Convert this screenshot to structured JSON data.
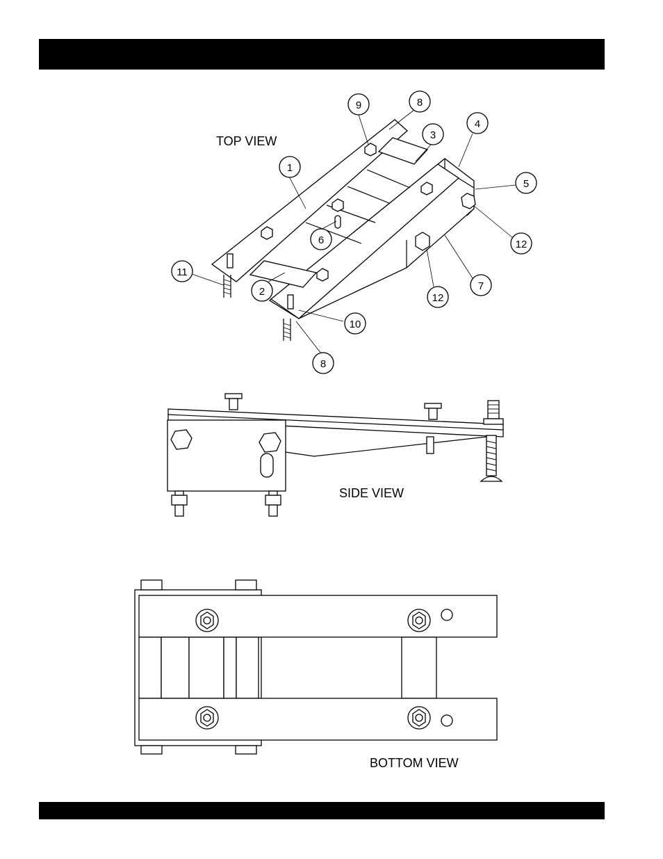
{
  "views": {
    "top": "TOP VIEW",
    "side": "SIDE  VIEW",
    "bottom": "BOTTOM VIEW"
  },
  "callouts": [
    "9",
    "8",
    "3",
    "4",
    "1",
    "5",
    "6",
    "12",
    "11",
    "2",
    "12",
    "7",
    "10",
    "8"
  ]
}
